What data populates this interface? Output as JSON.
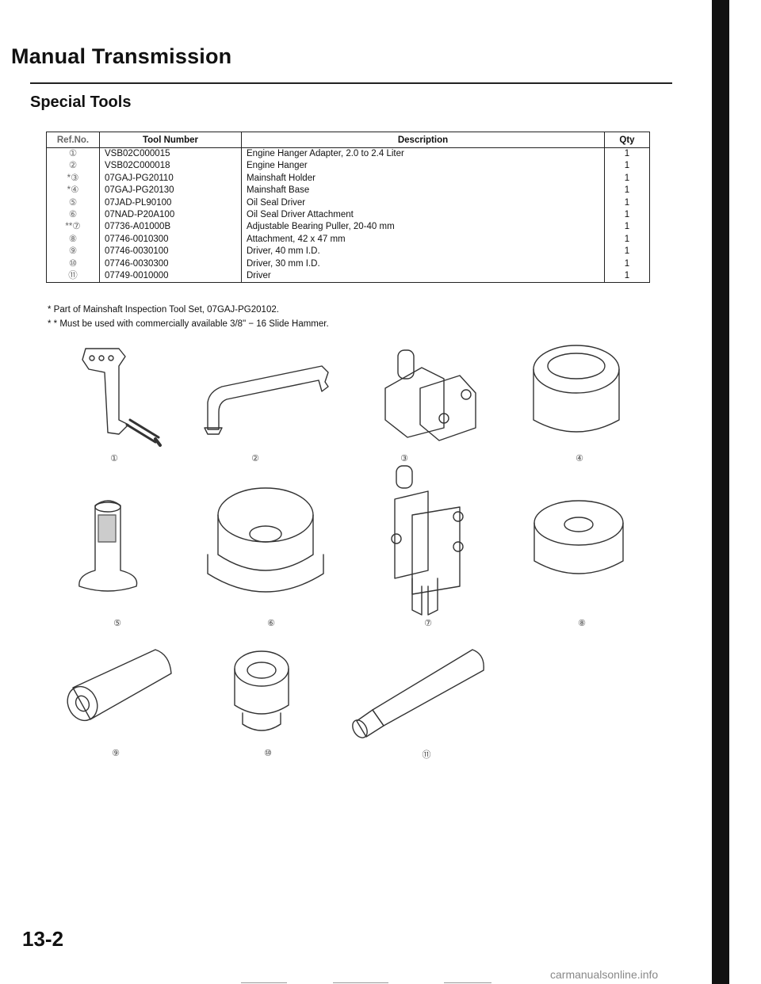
{
  "page": {
    "title": "Manual Transmission",
    "subtitle": "Special Tools",
    "page_number": "13-2",
    "watermark": "carmanualsonline.info"
  },
  "table": {
    "headers": [
      "Ref.No.",
      "Tool Number",
      "Description",
      "Qty"
    ],
    "rows": [
      {
        "ref": "①",
        "number": "VSB02C000015",
        "description": "Engine Hanger Adapter, 2.0 to 2.4 Liter",
        "qty": "1"
      },
      {
        "ref": "②",
        "number": "VSB02C000018",
        "description": "Engine Hanger",
        "qty": "1"
      },
      {
        "ref": "*③",
        "number": "07GAJ-PG20110",
        "description": "Mainshaft Holder",
        "qty": "1"
      },
      {
        "ref": "*④",
        "number": "07GAJ-PG20130",
        "description": "Mainshaft Base",
        "qty": "1"
      },
      {
        "ref": "⑤",
        "number": "07JAD-PL90100",
        "description": "Oil Seal Driver",
        "qty": "1"
      },
      {
        "ref": "⑥",
        "number": "07NAD-P20A100",
        "description": "Oil Seal Driver Attachment",
        "qty": "1"
      },
      {
        "ref": "**⑦",
        "number": "07736-A01000B",
        "description": "Adjustable Bearing Puller, 20-40 mm",
        "qty": "1"
      },
      {
        "ref": "⑧",
        "number": "07746-0010300",
        "description": "Attachment, 42 x 47 mm",
        "qty": "1"
      },
      {
        "ref": "⑨",
        "number": "07746-0030100",
        "description": "Driver, 40 mm I.D.",
        "qty": "1"
      },
      {
        "ref": "⑩",
        "number": "07746-0030300",
        "description": "Driver, 30 mm I.D.",
        "qty": "1"
      },
      {
        "ref": "⑪",
        "number": "07749-0010000",
        "description": "Driver",
        "qty": "1"
      }
    ]
  },
  "notes": [
    "*  Part of Mainshaft Inspection Tool Set, 07GAJ-PG20102.",
    "* *  Must be used with commercially available 3/8\" − 16 Slide Hammer."
  ],
  "figure_labels": [
    "①",
    "②",
    "③",
    "④",
    "⑤",
    "⑥",
    "⑦",
    "⑧",
    "⑨",
    "⑩",
    "⑪"
  ]
}
